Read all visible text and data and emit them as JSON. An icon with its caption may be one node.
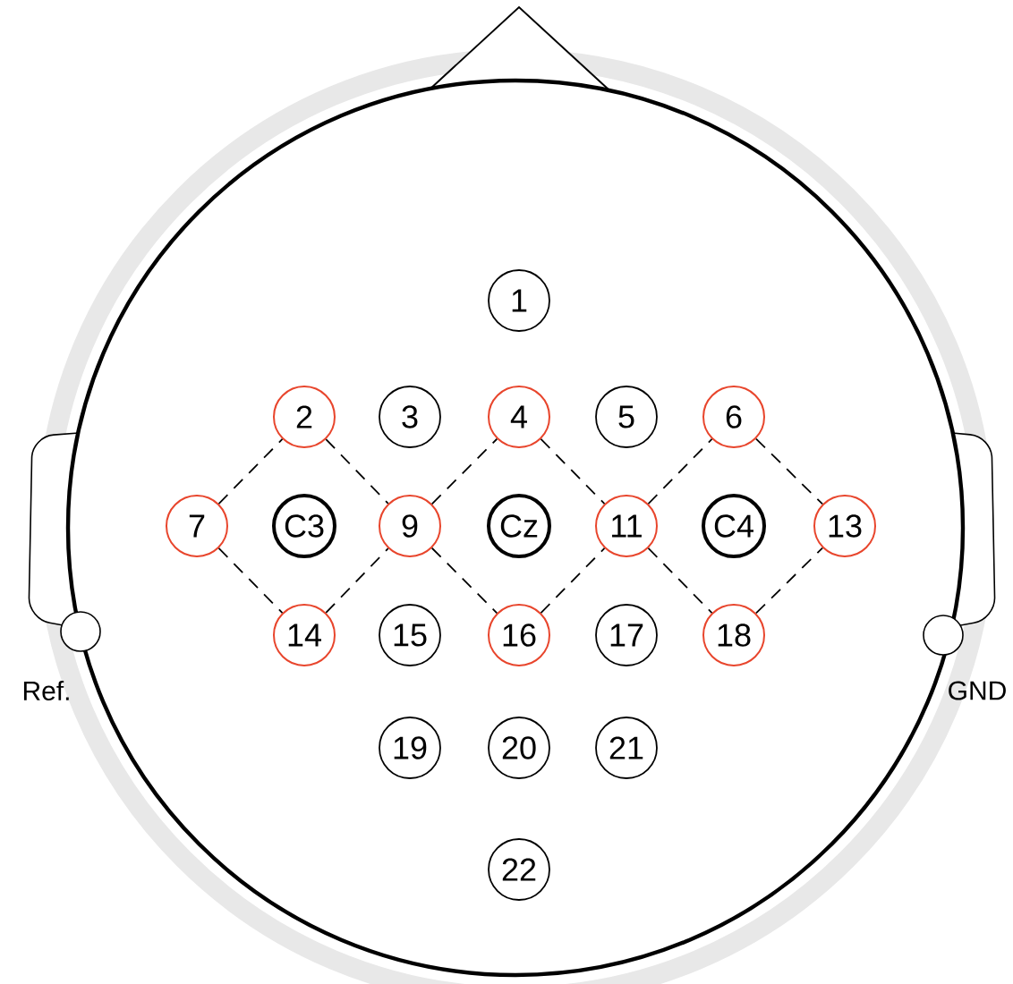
{
  "diagram": {
    "nodes": [
      {
        "text": [
          "1"
        ]
      },
      {
        "text": [
          "2"
        ]
      },
      {
        "text": [
          "3"
        ]
      },
      {
        "text": [
          "4"
        ]
      },
      {
        "text": [
          "5"
        ]
      },
      {
        "text": [
          "6"
        ]
      },
      {
        "text": [
          "7"
        ]
      },
      {
        "text": [
          "C3"
        ]
      },
      {
        "text": [
          "9"
        ]
      },
      {
        "text": [
          "Cz"
        ]
      },
      {
        "text": [
          "11"
        ]
      },
      {
        "text": [
          "C4"
        ]
      },
      {
        "text": [
          "13"
        ]
      },
      {
        "text": [],
        "shape": "circle",
        "beside": [
          "Ref."
        ]
      },
      {
        "text": [
          "14"
        ]
      },
      {
        "text": [
          "15"
        ]
      },
      {
        "text": [
          "16"
        ]
      },
      {
        "text": [
          "17"
        ]
      },
      {
        "text": [
          "18"
        ]
      },
      {
        "text": [],
        "shape": "circle",
        "beside": [
          "GND"
        ]
      },
      {
        "text": [
          "19"
        ]
      },
      {
        "text": [
          "20"
        ]
      },
      {
        "text": [
          "21"
        ]
      },
      {
        "text": [
          "22"
        ]
      }
    ],
    "edges": [
      {
        "from": 6,
        "to": 1,
        "arrow": "none",
        "style": "dashed"
      },
      {
        "from": 1,
        "to": 8,
        "arrow": "none",
        "style": "dashed"
      },
      {
        "from": 8,
        "to": 3,
        "arrow": "none",
        "style": "dashed"
      },
      {
        "from": 3,
        "to": 10,
        "arrow": "none",
        "style": "dashed"
      },
      {
        "from": 10,
        "to": 5,
        "arrow": "none",
        "style": "dashed"
      },
      {
        "from": 5,
        "to": 12,
        "arrow": "none",
        "style": "dashed"
      },
      {
        "from": 6,
        "to": 14,
        "arrow": "none",
        "style": "dashed"
      },
      {
        "from": 14,
        "to": 8,
        "arrow": "none",
        "style": "dashed"
      },
      {
        "from": 8,
        "to": 16,
        "arrow": "none",
        "style": "dashed"
      },
      {
        "from": 16,
        "to": 10,
        "arrow": "none",
        "style": "dashed"
      },
      {
        "from": 10,
        "to": 18,
        "arrow": "none",
        "style": "dashed"
      },
      {
        "from": 18,
        "to": 12,
        "arrow": "none",
        "style": "dashed"
      }
    ]
  }
}
